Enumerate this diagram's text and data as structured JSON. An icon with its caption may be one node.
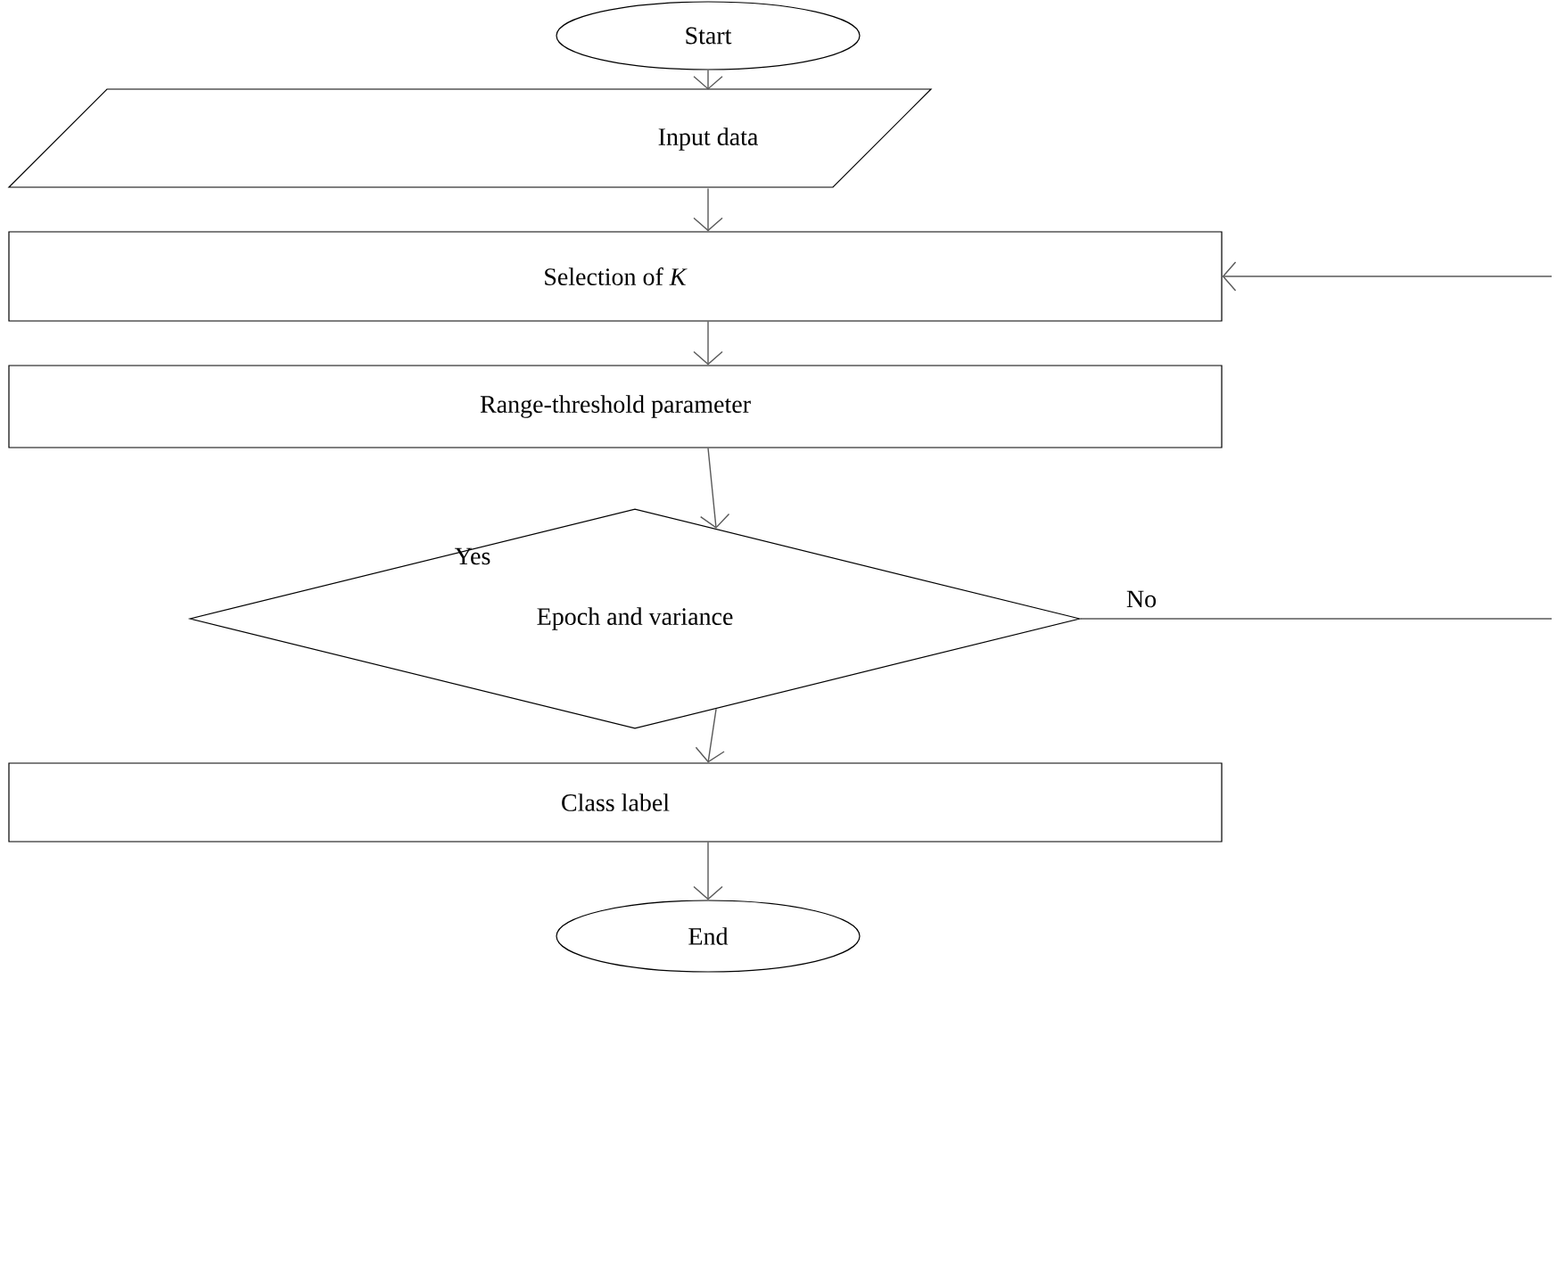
{
  "diagram": {
    "nodes": [
      {
        "text": [
          "Start"
        ]
      },
      {
        "text": [
          "Input data"
        ]
      },
      {
        "text": [
          "Selection of *K*"
        ]
      },
      {
        "text": [
          "Range-threshold parameter"
        ]
      },
      {
        "text": [
          "Epoch and variance"
        ]
      },
      {
        "text": [
          "Class label"
        ]
      },
      {
        "text": [
          "End"
        ]
      }
    ],
    "edges": [
      {
        "from": 0,
        "to": 1,
        "arrow": "to"
      },
      {
        "from": 1,
        "to": 2,
        "arrow": "to"
      },
      {
        "from": 2,
        "to": 3,
        "arrow": "to"
      },
      {
        "from": 3,
        "to": 4,
        "arrow": "to"
      },
      {
        "from": 4,
        "to": 5,
        "arrow": "to"
      },
      {
        "from": 4,
        "to": null,
        "arrow": "none",
        "label": "No"
      },
      {
        "from": null,
        "to": 2,
        "arrow": "to"
      },
      {
        "from": 5,
        "to": 6,
        "arrow": "to"
      }
    ],
    "labels": [
      "Yes"
    ]
  }
}
